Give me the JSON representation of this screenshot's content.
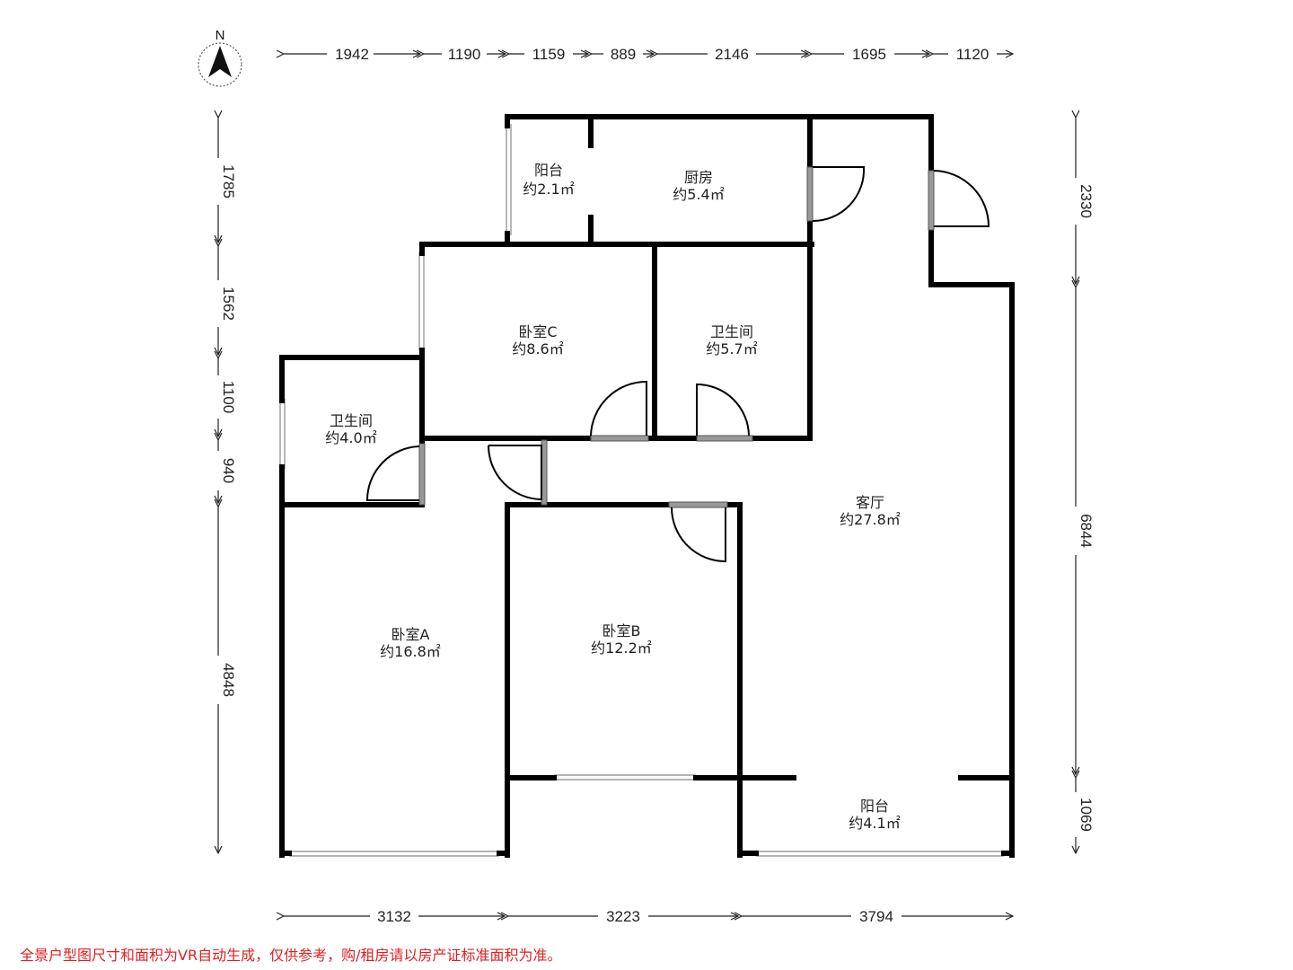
{
  "compass": {
    "label": "N"
  },
  "dims": {
    "top": [
      "1942",
      "1190",
      "1159",
      "889",
      "2146",
      "1695",
      "1120"
    ],
    "bottom": [
      "3132",
      "3223",
      "3794"
    ],
    "left": [
      "1785",
      "1562",
      "1100",
      "940",
      "4848"
    ],
    "right": [
      "2330",
      "6844",
      "1069"
    ]
  },
  "rooms": {
    "balcony_north": {
      "name": "阳台",
      "area": "约2.1㎡"
    },
    "kitchen": {
      "name": "厨房",
      "area": "约5.4㎡"
    },
    "bedroom_c": {
      "name": "卧室C",
      "area": "约8.6㎡"
    },
    "bathroom_main": {
      "name": "卫生间",
      "area": "约5.7㎡"
    },
    "bathroom_small": {
      "name": "卫生间",
      "area": "约4.0㎡"
    },
    "living_room": {
      "name": "客厅",
      "area": "约27.8㎡"
    },
    "bedroom_a": {
      "name": "卧室A",
      "area": "约16.8㎡"
    },
    "bedroom_b": {
      "name": "卧室B",
      "area": "约12.2㎡"
    },
    "balcony_south": {
      "name": "阳台",
      "area": "约4.1㎡"
    }
  },
  "disclaimer": "全景户型图尺寸和面积为VR自动生成，仅供参考，购/租房请以房产证标准面积为准。"
}
